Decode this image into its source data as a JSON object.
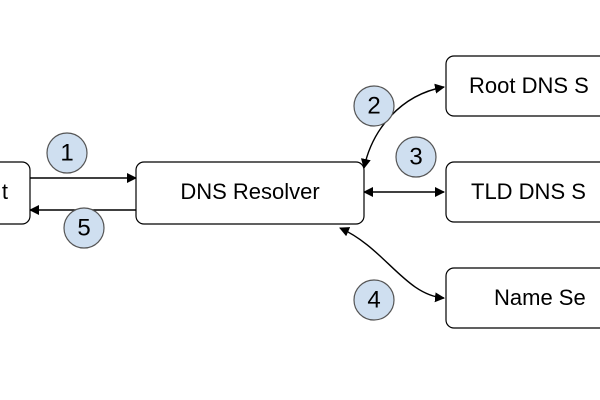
{
  "nodes": {
    "client": {
      "label": "t"
    },
    "resolver": {
      "label": "DNS Resolver"
    },
    "root": {
      "label": "Root DNS S"
    },
    "tld": {
      "label": "TLD DNS S"
    },
    "name_server": {
      "label": "Name Se"
    }
  },
  "steps": [
    "1",
    "2",
    "3",
    "4",
    "5"
  ],
  "colors": {
    "step_fill": "#cfdff0",
    "stroke": "#000000",
    "background": "#ffffff"
  }
}
